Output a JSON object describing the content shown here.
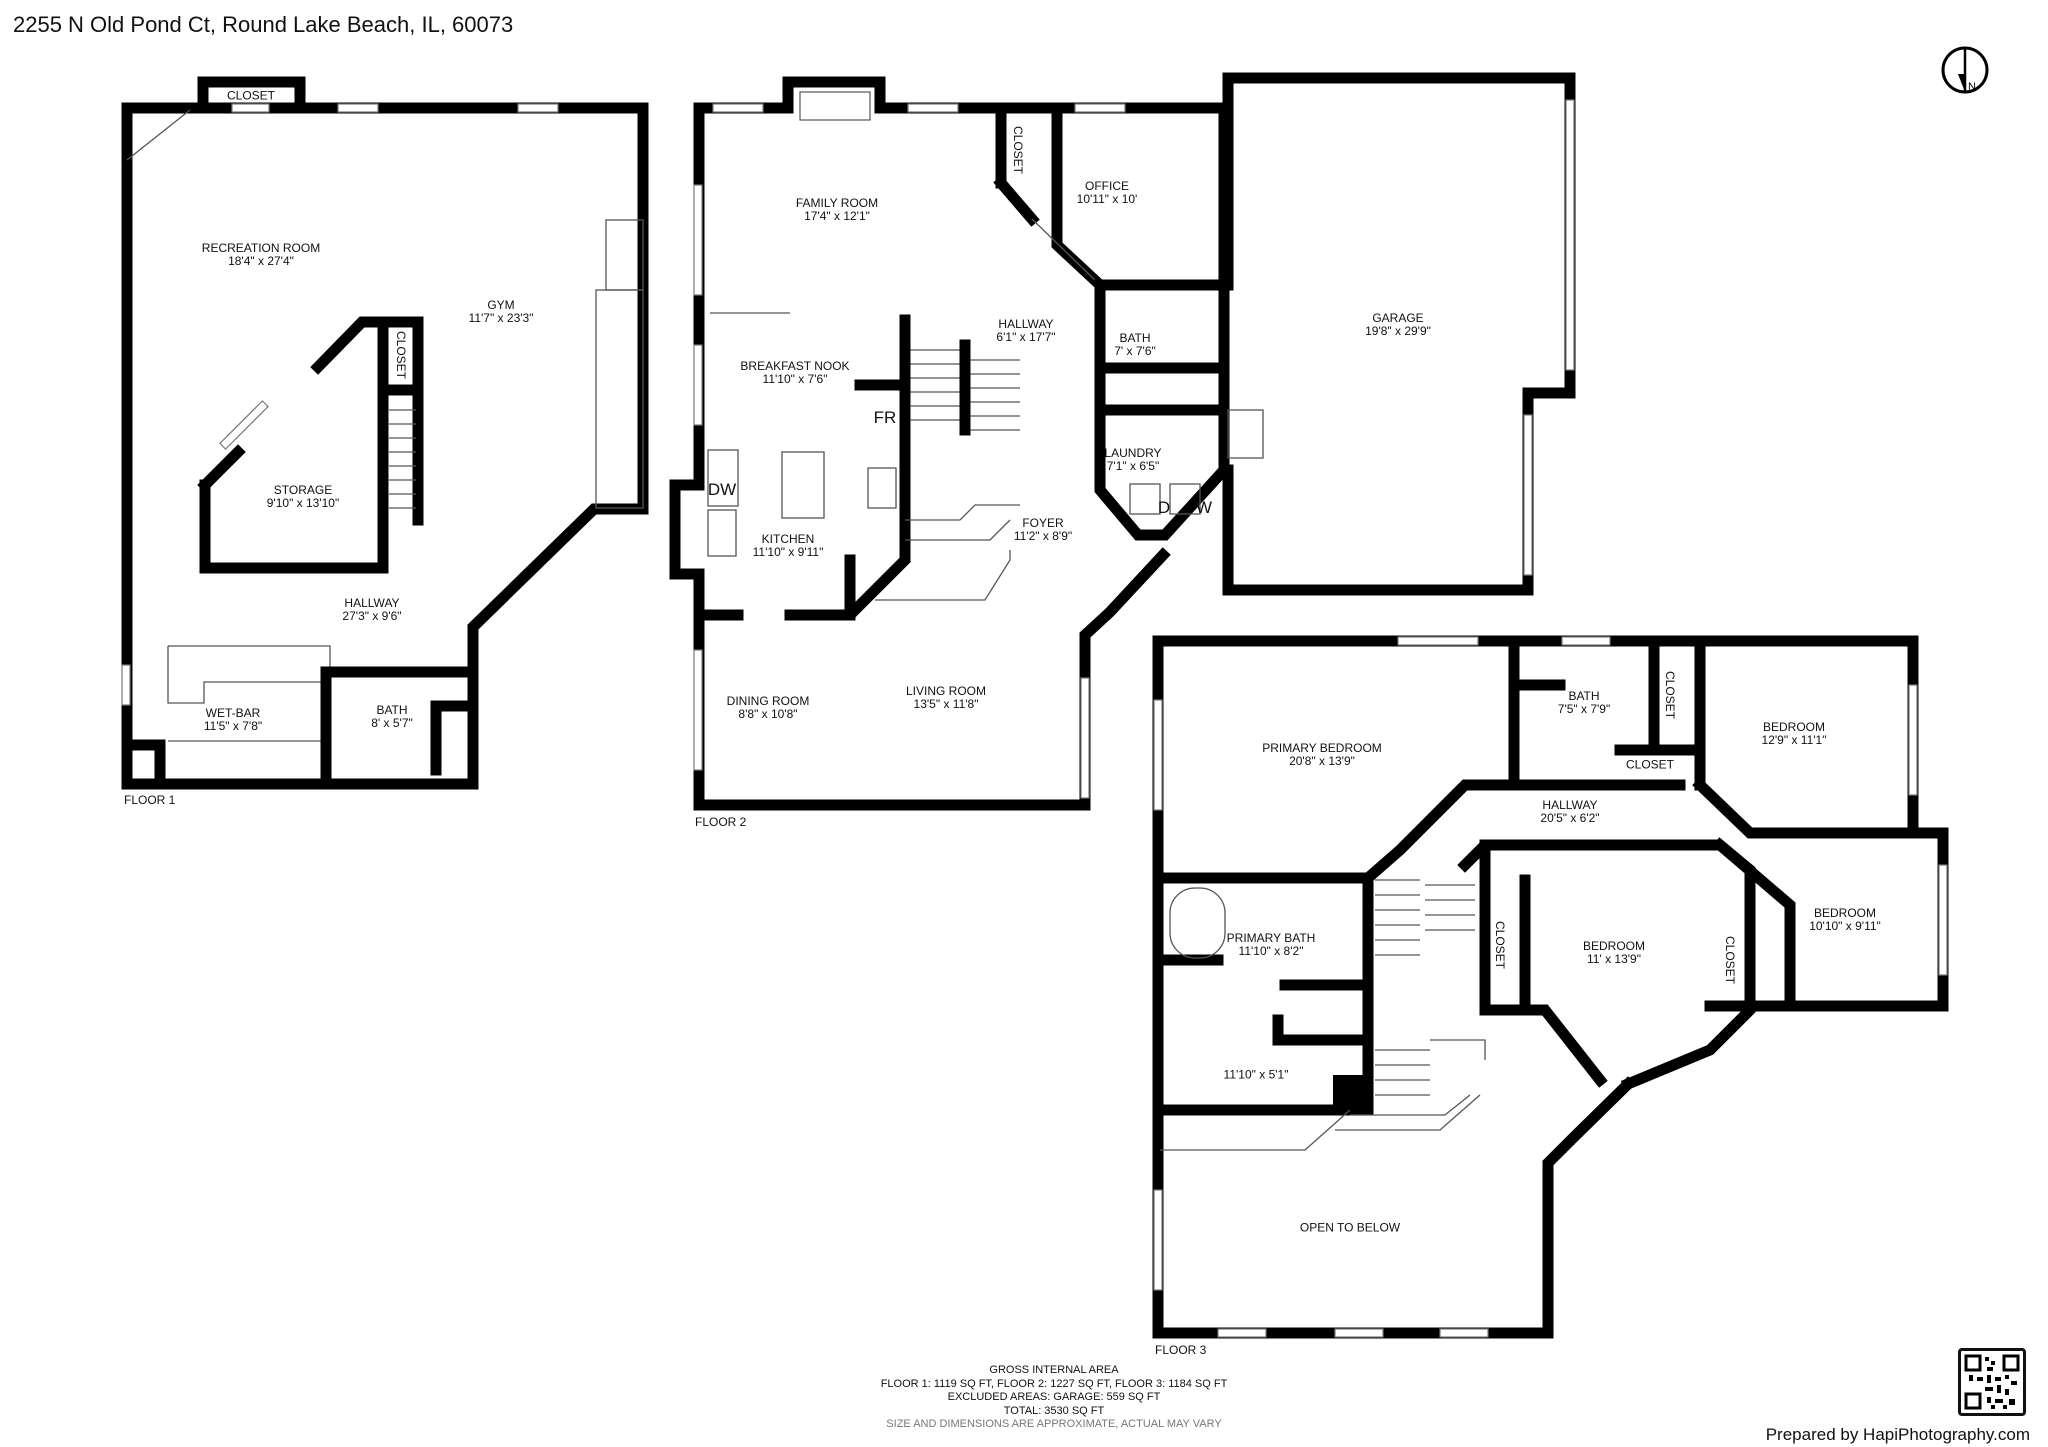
{
  "header": {
    "address": "2255 N Old Pond Ct, Round Lake Beach, IL, 60073"
  },
  "compass": {
    "icon": "north-arrow-icon",
    "label": "N"
  },
  "floors": [
    {
      "label": "FLOOR 1",
      "rooms": [
        {
          "name": "RECREATION ROOM",
          "dims": "18'4\" x 27'4\""
        },
        {
          "name": "GYM",
          "dims": "11'7\" x 23'3\""
        },
        {
          "name": "STORAGE",
          "dims": "9'10\" x 13'10\""
        },
        {
          "name": "HALLWAY",
          "dims": "27'3\" x 9'6\""
        },
        {
          "name": "WET-BAR",
          "dims": "11'5\" x 7'8\""
        },
        {
          "name": "BATH",
          "dims": "8' x 5'7\""
        },
        {
          "name": "CLOSET",
          "dims": ""
        },
        {
          "name": "CLOSET",
          "dims": ""
        }
      ]
    },
    {
      "label": "FLOOR 2",
      "rooms": [
        {
          "name": "FAMILY ROOM",
          "dims": "17'4\" x 12'1\""
        },
        {
          "name": "OFFICE",
          "dims": "10'11\" x 10'"
        },
        {
          "name": "HALLWAY",
          "dims": "6'1\" x 17'7\""
        },
        {
          "name": "BATH",
          "dims": "7' x 7'6\""
        },
        {
          "name": "BREAKFAST NOOK",
          "dims": "11'10\" x 7'6\""
        },
        {
          "name": "KITCHEN",
          "dims": "11'10\" x 9'11\""
        },
        {
          "name": "LAUNDRY",
          "dims": "7'1\" x 6'5\""
        },
        {
          "name": "FOYER",
          "dims": "11'2\" x 8'9\""
        },
        {
          "name": "DINING ROOM",
          "dims": "8'8\" x 10'8\""
        },
        {
          "name": "LIVING ROOM",
          "dims": "13'5\" x 11'8\""
        },
        {
          "name": "GARAGE",
          "dims": "19'8\" x 29'9\""
        },
        {
          "name": "CLOSET",
          "dims": ""
        }
      ],
      "fixtures": {
        "dishwasher": "DW",
        "fridge": "FR",
        "dryer": "D",
        "washer": "W"
      }
    },
    {
      "label": "FLOOR 3",
      "rooms": [
        {
          "name": "PRIMARY BEDROOM",
          "dims": "20'8\" x 13'9\""
        },
        {
          "name": "BATH",
          "dims": "7'5\" x 7'9\""
        },
        {
          "name": "BEDROOM",
          "dims": "12'9\" x 11'1\""
        },
        {
          "name": "HALLWAY",
          "dims": "20'5\" x 6'2\""
        },
        {
          "name": "BEDROOM",
          "dims": "10'10\" x 9'11\""
        },
        {
          "name": "PRIMARY BATH",
          "dims": "11'10\" x 8'2\""
        },
        {
          "name": "BEDROOM",
          "dims": "11' x 13'9\""
        },
        {
          "name": "",
          "dims": "11'10\" x 5'1\""
        },
        {
          "name": "OPEN TO BELOW",
          "dims": ""
        },
        {
          "name": "CLOSET",
          "dims": ""
        },
        {
          "name": "CLOSET",
          "dims": ""
        },
        {
          "name": "CLOSET",
          "dims": ""
        },
        {
          "name": "CLOSET",
          "dims": ""
        }
      ]
    }
  ],
  "summary": {
    "title": "GROSS INTERNAL AREA",
    "floors_line": "FLOOR 1: 1119 SQ FT, FLOOR 2: 1227 SQ FT, FLOOR 3: 1184 SQ FT",
    "excluded_line": "EXCLUDED AREAS: GARAGE: 559 SQ FT",
    "total_line": "TOTAL: 3530 SQ FT",
    "disclaimer": "SIZE AND DIMENSIONS ARE APPROXIMATE, ACTUAL MAY VARY"
  },
  "footer": {
    "prepared_by": "Prepared by HapiPhotography.com",
    "qr_icon": "qr-code-icon"
  }
}
